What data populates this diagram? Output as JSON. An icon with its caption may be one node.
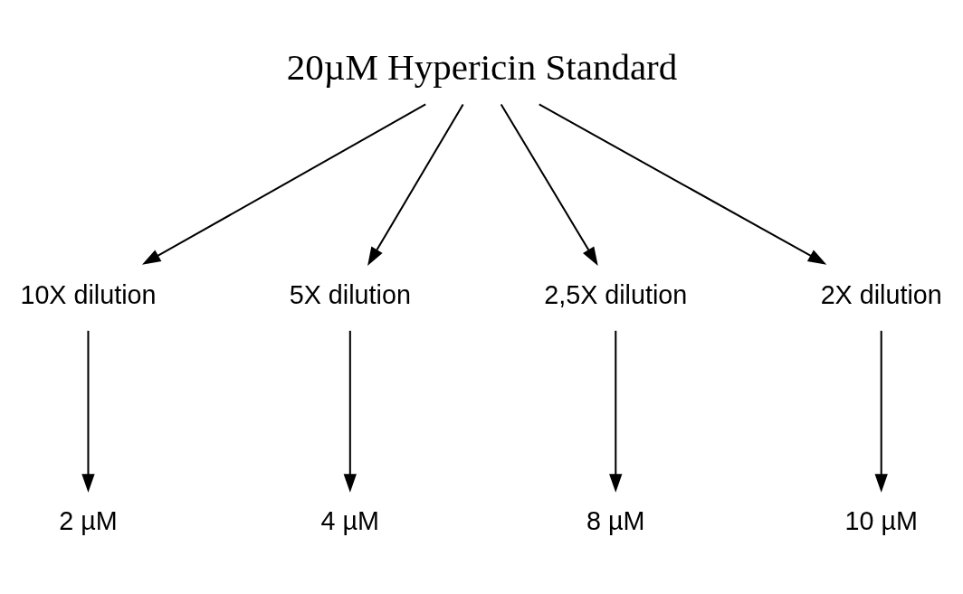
{
  "diagram": {
    "nodes": [
      {
        "text": [
          "20µM Hypericin Standard"
        ]
      },
      {
        "text": [
          "10X dilution"
        ]
      },
      {
        "text": [
          "2 µM"
        ]
      },
      {
        "text": [
          "5X dilution"
        ]
      },
      {
        "text": [
          "4 µM"
        ]
      },
      {
        "text": [
          "2,5X dilution"
        ]
      },
      {
        "text": [
          "8 µM"
        ]
      },
      {
        "text": [
          "2X dilution"
        ]
      },
      {
        "text": [
          "10 µM"
        ]
      }
    ],
    "edges": [
      {
        "from": 0,
        "to": 1,
        "arrow": "to"
      },
      {
        "from": 0,
        "to": 3,
        "arrow": "to"
      },
      {
        "from": 0,
        "to": 5,
        "arrow": "to"
      },
      {
        "from": 0,
        "to": 7,
        "arrow": "to"
      },
      {
        "from": 1,
        "to": 2,
        "arrow": "to"
      },
      {
        "from": 3,
        "to": 4,
        "arrow": "to"
      },
      {
        "from": 5,
        "to": 6,
        "arrow": "to"
      },
      {
        "from": 7,
        "to": 8,
        "arrow": "to"
      }
    ]
  }
}
